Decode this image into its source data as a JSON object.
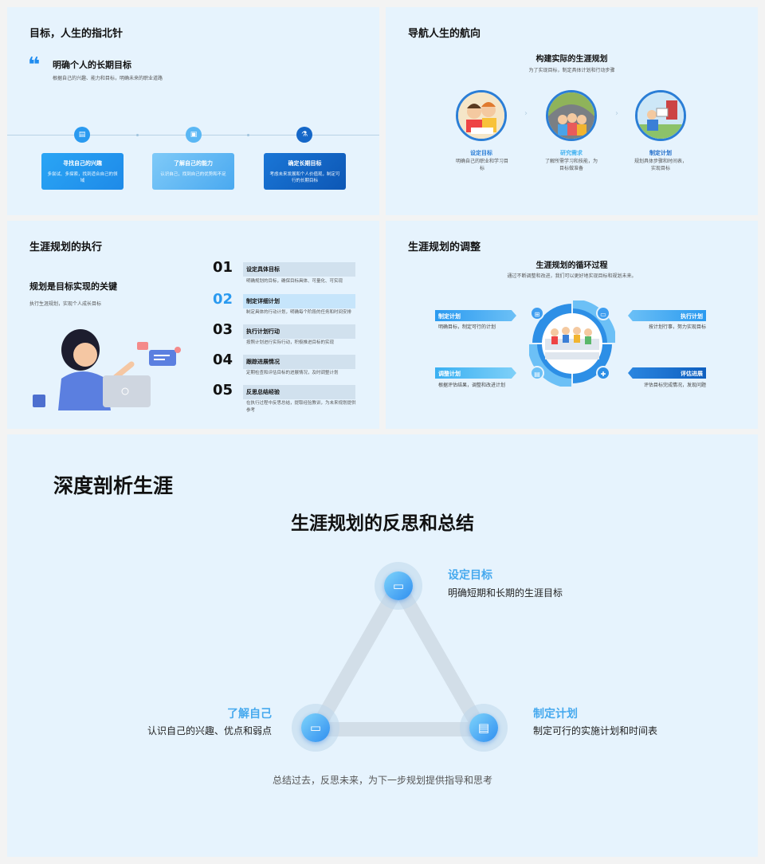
{
  "slide1": {
    "title": "目标，人生的指北针",
    "quote_mark": "❝",
    "heading": "明确个人的长期目标",
    "desc": "根据自己的兴趣、能力和目标，明确未来的职业道路",
    "cards": [
      {
        "icon": "document-icon",
        "glyph": "▤",
        "title": "寻找自己的兴趣",
        "desc": "多尝试、多探索，找到适合自己的领域"
      },
      {
        "icon": "image-icon",
        "glyph": "▣",
        "title": "了解自己的能力",
        "desc": "认识自己，找到自己的优势和不足"
      },
      {
        "icon": "flask-icon",
        "glyph": "⚗",
        "title": "确定长期目标",
        "desc": "考虑未来发展和个人价值观，制定可行的长期目标"
      }
    ]
  },
  "slide2": {
    "title": "导航人生的航向",
    "heading": "构建实际的生涯规划",
    "desc": "为了实现目标，制定具体计划和行动步骤",
    "arrow": "›",
    "steps": [
      {
        "title": "设定目标",
        "desc": "明确自己的职业和学习目标",
        "color": "#2b7ed6"
      },
      {
        "title": "研究需求",
        "desc": "了解所需学习和技能，为目标做准备",
        "color": "#46b3f0"
      },
      {
        "title": "制定计划",
        "desc": "规划具体步骤和时间表，实现目标",
        "color": "#1f6cc9"
      }
    ]
  },
  "slide3": {
    "title": "生涯规划的执行",
    "heading": "规划是目标实现的关键",
    "desc": "执行生涯规划，实现个人成长目标",
    "steps": [
      {
        "num": "01",
        "title": "设定具体目标",
        "desc": "明确规划的目标，确保目标具体、可量化、可实现"
      },
      {
        "num": "02",
        "title": "制定详细计划",
        "desc": "制定具体的行动计划，明确每个阶段的任务和时间安排"
      },
      {
        "num": "03",
        "title": "执行计划行动",
        "desc": "按照计划进行实际行动，积极推进目标的实现"
      },
      {
        "num": "04",
        "title": "跟踪进展情况",
        "desc": "定期检查和评估目标的进展情况，及时调整计划"
      },
      {
        "num": "05",
        "title": "反思总结经验",
        "desc": "在执行过程中反思总结，提取经验教训，为未来规划提供参考"
      }
    ],
    "highlight_color": "#2a9af0"
  },
  "slide4": {
    "title": "生涯规划的调整",
    "heading": "生涯规划的循环过程",
    "desc": "通过不断调整和改进，我们可以更好地实现目标和规划未来。",
    "items": [
      {
        "title": "制定计划",
        "desc": "明确目标，制定可行的计划"
      },
      {
        "title": "执行计划",
        "desc": "按计划行事，努力实现目标"
      },
      {
        "title": "调整计划",
        "desc": "根据评估结果，调整和改进计划"
      },
      {
        "title": "评估进展",
        "desc": "评估目标完成情况，发现问题"
      }
    ]
  },
  "slide5": {
    "title": "深度剖析生涯",
    "subtitle": "生涯规划的反思和总结",
    "nodes": [
      {
        "icon": "chat-icon",
        "glyph": "💬",
        "title": "设定目标",
        "desc": "明确短期和长期的生涯目标"
      },
      {
        "icon": "folder-icon",
        "glyph": "▭",
        "title": "了解自己",
        "desc": "认识自己的兴趣、优点和弱点"
      },
      {
        "icon": "document-icon",
        "glyph": "▤",
        "title": "制定计划",
        "desc": "制定可行的实施计划和时间表"
      }
    ],
    "footer": "总结过去，反思未来，为下一步规划提供指导和思考"
  }
}
